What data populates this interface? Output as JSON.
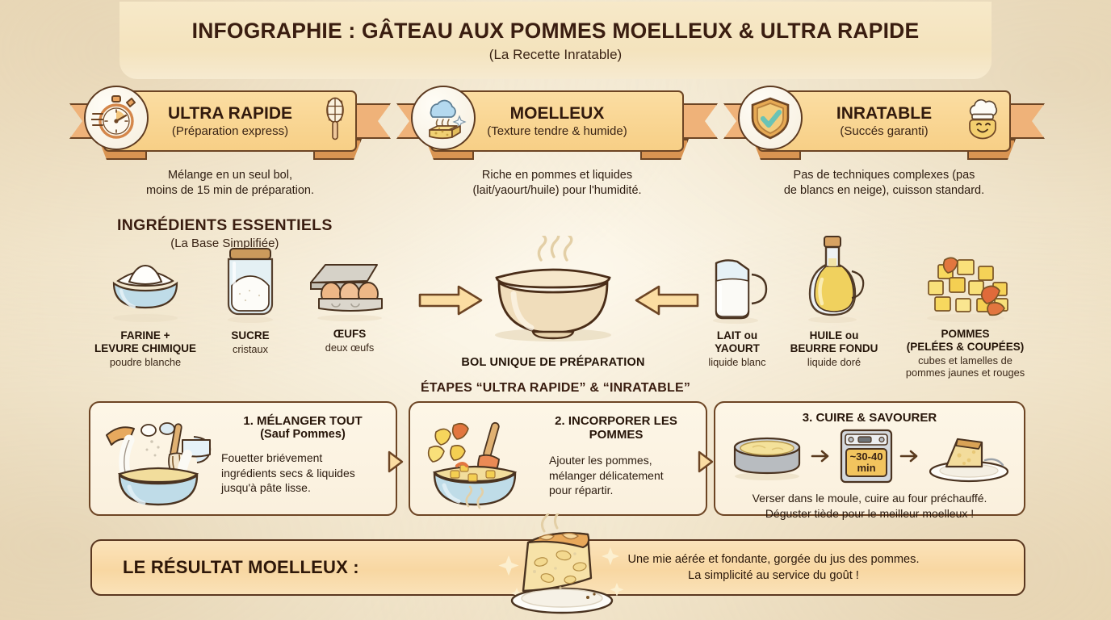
{
  "title": {
    "main": "INFOGRAPHIE : GÂTEAU AUX POMMES MOELLEUX & ULTRA RAPIDE",
    "subtitle": "(La Recette Inratable)"
  },
  "pillars": [
    {
      "title": "ULTRA RAPIDE",
      "subtitle": "(Préparation express)",
      "desc_line1": "Mélange en un seul bol,",
      "desc_line2": "moins de 15 min de préparation.",
      "badge_icon": "stopwatch-icon",
      "deco_icon": "whisk-icon"
    },
    {
      "title": "MOELLEUX",
      "subtitle": "(Texture tendre & humide)",
      "desc_line1": "Riche en pommes et liquides",
      "desc_line2": "(lait/yaourt/huile) pour l'humidité.",
      "badge_icon": "cloud-sponge-icon",
      "deco_icon": "none"
    },
    {
      "title": "INRATABLE",
      "subtitle": "(Succés garanti)",
      "desc_line1": "Pas de techniques complexes (pas",
      "desc_line2": "de blancs en neige), cuisson standard.",
      "badge_icon": "shield-check-icon",
      "deco_icon": "chef-face-icon"
    }
  ],
  "ingredients_section": {
    "heading": "INGRÉDIENTS ESSENTIELS",
    "subheading": "(La Base Simplifiée)",
    "left_items": [
      {
        "name_line1": "FARINE +",
        "name_line2": "LEVURE CHIMIQUE",
        "note": "poudre blanche",
        "icon": "flour-bowl-icon"
      },
      {
        "name_line1": "SUCRE",
        "name_line2": "",
        "note": "cristaux",
        "icon": "sugar-jar-icon"
      },
      {
        "name_line1": "ŒUFS",
        "name_line2": "",
        "note": "deux œufs",
        "icon": "egg-carton-icon"
      }
    ],
    "right_items": [
      {
        "name_line1": "LAIT ou",
        "name_line2": "YAOURT",
        "note": "liquide blanc",
        "icon": "milk-pitcher-icon"
      },
      {
        "name_line1": "HUILE ou",
        "name_line2": "BEURRE FONDU",
        "note": "liquide doré",
        "icon": "oil-bottle-icon"
      },
      {
        "name_line1": "POMMES",
        "name_line2": "(PELÉES & COUPÉES)",
        "note": "cubes et lamelles de\npommes jaunes et rouges",
        "icon": "apple-cubes-icon"
      }
    ],
    "center": {
      "label": "BOL UNIQUE DE PRÉPARATION",
      "icon": "mixing-bowl-icon",
      "arrow_left": "arrow-right-icon",
      "arrow_right": "arrow-left-icon"
    }
  },
  "steps_section": {
    "heading": "ÉTAPES “ULTRA RAPIDE” & “INRATABLE”",
    "steps": [
      {
        "title": "1. MÉLANGER TOUT",
        "subtitle": "(Sauf Pommes)",
        "body_line1": "Fouetter briévement",
        "body_line2": "ingrédients secs & liquides",
        "body_line3": "jusqu'à pâte lisse.",
        "icon": "whisking-bowl-icon"
      },
      {
        "title": "2. INCORPORER LES POMMES",
        "subtitle": "",
        "body_line1": "Ajouter les pommes,",
        "body_line2": "mélanger délicatement",
        "body_line3": "pour répartir.",
        "icon": "apple-folding-bowl-icon"
      },
      {
        "title": "3. CUIRE & SAVOURER",
        "subtitle": "",
        "body_line1": "Verser dans le moule, cuire au four préchauffé.",
        "body_line2": "Déguster tiède pour le meilleur moelleux !",
        "body_line3": "",
        "icon": "cake-pan-oven-slice-icon",
        "oven_timer_line1": "~30-40",
        "oven_timer_line2": "min"
      }
    ]
  },
  "result_banner": {
    "label": "LE RÉSULTAT MOELLEUX :",
    "text_line1": "Une mie aérée et fondante, gorgée du jus des pommes.",
    "text_line2": "La simplicité au service du goût !",
    "icon": "cake-slice-plate-icon"
  },
  "colors": {
    "ink": "#3a1d10",
    "ribbon_fill": "#f9d493",
    "ribbon_border": "#6d4524",
    "tail_fill": "#efb279",
    "paper": "#f7eed8",
    "accent_orange": "#e2883f",
    "card_fill": "#fdf6e7"
  }
}
